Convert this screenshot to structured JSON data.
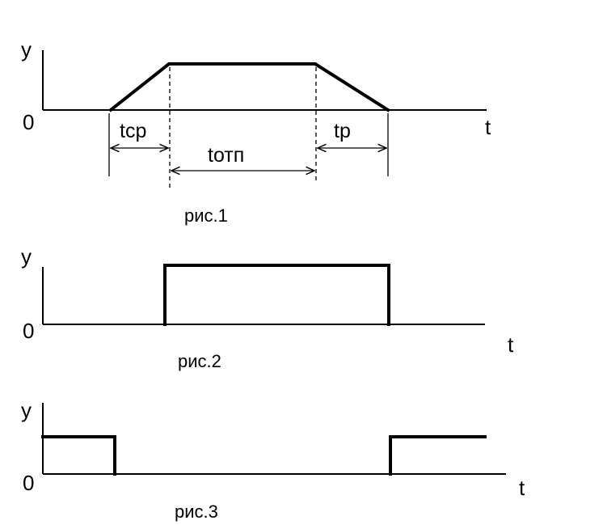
{
  "figures": [
    {
      "id": "fig1",
      "y_label": "y",
      "zero_label": "0",
      "t_label": "t",
      "caption": "рис.1",
      "intervals": {
        "rise": "tср",
        "hold": "tотп",
        "fall": "tр"
      }
    },
    {
      "id": "fig2",
      "y_label": "y",
      "zero_label": "0",
      "t_label": "t",
      "caption": "рис.2"
    },
    {
      "id": "fig3",
      "y_label": "y",
      "zero_label": "0",
      "t_label": "t",
      "caption": "рис.3"
    }
  ],
  "colors": {
    "line": "#000000",
    "background": "#ffffff"
  }
}
